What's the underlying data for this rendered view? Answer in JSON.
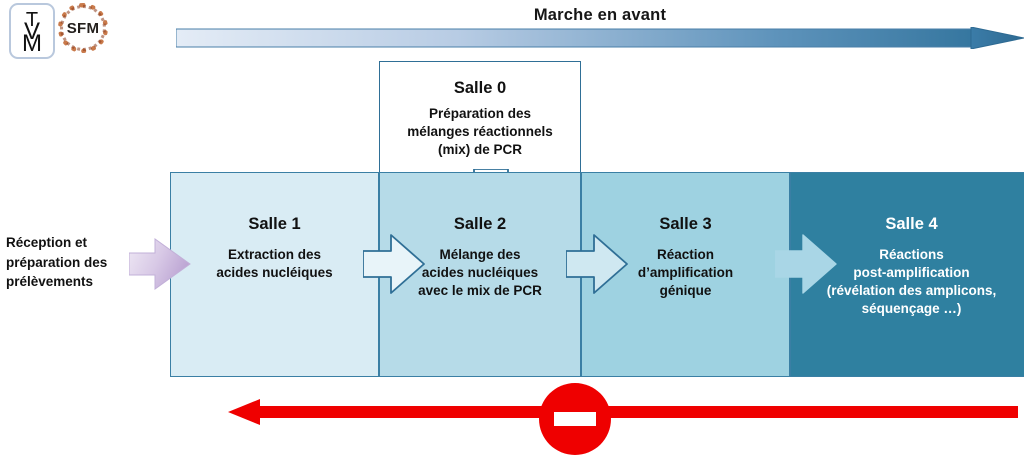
{
  "logos": {
    "tvm": {
      "name": "tvm-logo",
      "letters": [
        "T",
        "V",
        "M"
      ]
    },
    "sfm": {
      "name": "sfm-logo",
      "text": "SFM"
    }
  },
  "forward": {
    "title": "Marche en avant",
    "arrow_name": "forward-flow-arrow",
    "color_start": "#dbe5f1",
    "color_end": "#3b7ca8"
  },
  "intake": {
    "label": "Réception et\npréparation des\nprélèvements",
    "line1": "Réception et",
    "line2": "préparation des",
    "line3": "prélèvements",
    "arrow_color": "#c9b8dd"
  },
  "salle0": {
    "title": "Salle 0",
    "desc_line1": "Préparation des",
    "desc_line2": "mélanges réactionnels",
    "desc_line3": "(mix) de PCR",
    "background": "#ffffff",
    "border": "#2f6f96"
  },
  "rooms": [
    {
      "id": "salle1",
      "title": "Salle 1",
      "desc_line1": "Extraction des",
      "desc_line2": "acides nucléiques",
      "desc_line3": "",
      "desc_line4": "",
      "background": "#d9ecf4",
      "text_color": "#111111"
    },
    {
      "id": "salle2",
      "title": "Salle 2",
      "desc_line1": "Mélange des",
      "desc_line2": "acides nucléiques",
      "desc_line3": "avec le mix de PCR",
      "desc_line4": "",
      "background": "#b6dbe8",
      "text_color": "#111111"
    },
    {
      "id": "salle3",
      "title": "Salle 3",
      "desc_line1": "Réaction",
      "desc_line2": "d’amplification",
      "desc_line3": "génique",
      "desc_line4": "",
      "background": "#9ed2e1",
      "text_color": "#111111"
    },
    {
      "id": "salle4",
      "title": "Salle 4",
      "desc_line1": "Réactions",
      "desc_line2": "post-amplification",
      "desc_line3": "(révélation des amplicons,",
      "desc_line4": "séquençage …)",
      "background": "#2f80a0",
      "text_color": "#ffffff"
    }
  ],
  "no_return": {
    "icon_name": "no-entry-sign",
    "color": "#ef0000",
    "arrow_name": "backward-prohibited-arrow"
  }
}
